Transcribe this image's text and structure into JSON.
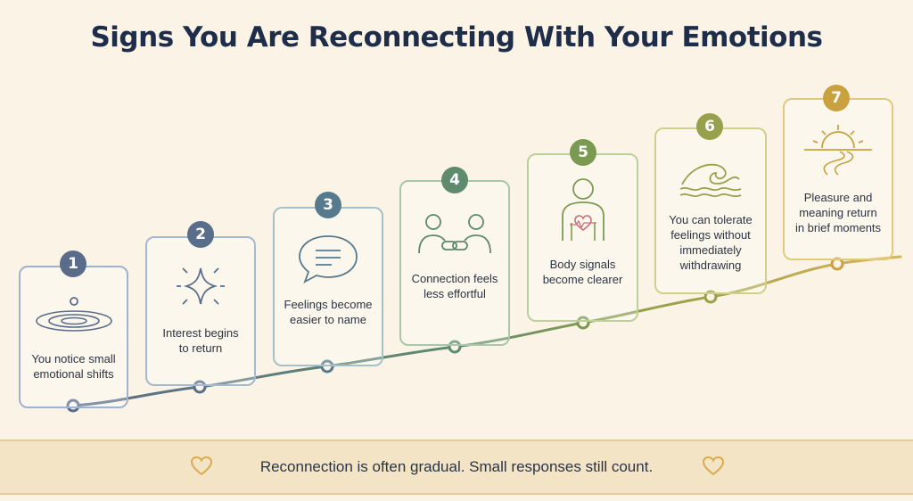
{
  "title": "Signs You Are Reconnecting With Your Emotions",
  "steps": [
    {
      "number": "1",
      "text": "You notice small\nemotional shifts",
      "icon": "water-ripple-icon",
      "color": "#5b6c8a",
      "border": "#9fb2cf"
    },
    {
      "number": "2",
      "text": "Interest begins\nto return",
      "icon": "sparkle-icon",
      "color": "#586e8b",
      "border": "#a4b8cf"
    },
    {
      "number": "3",
      "text": "Feelings become\neasier to name",
      "icon": "speech-bubble-icon",
      "color": "#587a8d",
      "border": "#a6c0c8"
    },
    {
      "number": "4",
      "text": "Connection feels\nless effortful",
      "icon": "two-people-link-icon",
      "color": "#5e8a6e",
      "border": "#a9c6a7"
    },
    {
      "number": "5",
      "text": "Body signals\nbecome clearer",
      "icon": "body-heart-icon",
      "color": "#7a9a52",
      "border": "#bcd09a"
    },
    {
      "number": "6",
      "text": "You can tolerate\nfeelings without\nimmediately\nwithdrawing",
      "icon": "wave-icon",
      "color": "#97a04a",
      "border": "#cfcf8e"
    },
    {
      "number": "7",
      "text": "Pleasure and\nmeaning return\nin brief moments",
      "icon": "sunrise-path-icon",
      "color": "#c9a23f",
      "border": "#e3c97a"
    }
  ],
  "footer": {
    "text": "Reconnection is often gradual. Small responses still count.",
    "heart_color": "#d9ac52"
  }
}
